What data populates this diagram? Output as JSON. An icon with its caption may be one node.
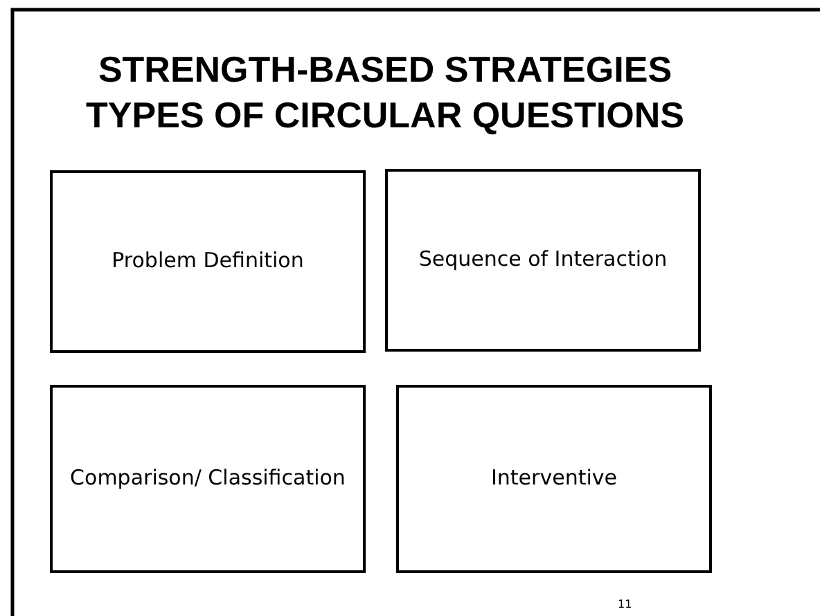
{
  "diagram": {
    "title": "STRENGTH-BASED STRATEGIES TYPES OF CIRCULAR QUESTIONS",
    "nodes": [
      {
        "text": [
          "Problem Definition"
        ]
      },
      {
        "text": [
          "Sequence of Interaction"
        ]
      },
      {
        "text": [
          "Comparison/ Classification"
        ]
      },
      {
        "text": [
          "Interventive"
        ]
      }
    ],
    "labels": [
      "11"
    ]
  }
}
